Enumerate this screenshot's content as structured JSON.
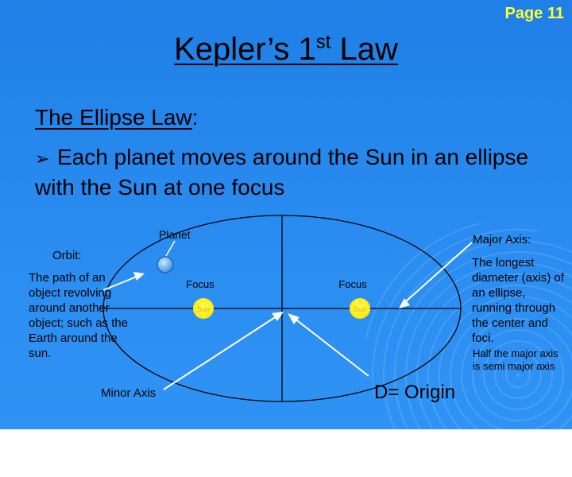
{
  "page_number": "Page 11",
  "title": {
    "main": "Kepler’s 1",
    "superscript": "st",
    "rest": " Law"
  },
  "law_heading": {
    "name": "The Ellipse Law",
    "colon": ":"
  },
  "bullet": "Each planet moves around the Sun in an ellipse with the Sun at one focus",
  "diagram": {
    "planet": "Planet",
    "focus_left": "Focus",
    "focus_right": "Focus",
    "sun_left": "Sun",
    "sun_right": "Sun",
    "orbit_label": "Orbit:",
    "orbit_description": "The path of an object revolving around another object; such as the Earth around the sun.",
    "minor_axis": "Minor Axis",
    "origin": "D= Origin",
    "major_axis_label": "Major Axis:",
    "major_axis_description": "The longest diameter (axis) of an ellipse, running through the center and foci.",
    "half_major_note": "Half the major axis is semi major axis"
  },
  "colors": {
    "background": "#2a8cf0",
    "page_number": "#ffff33",
    "sun": "#ffff00",
    "planet": "#5fa8e8"
  }
}
